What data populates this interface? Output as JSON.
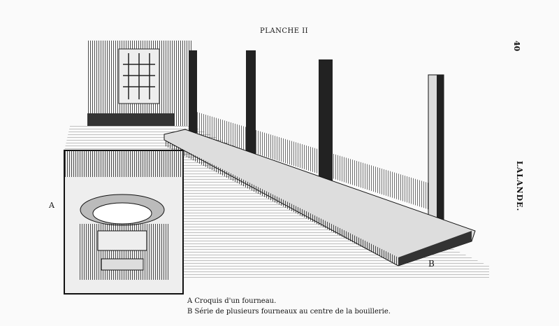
{
  "plate_title": "PLANCHE II",
  "page_number": "40",
  "author": "LALANDE.",
  "labels": {
    "a": "A",
    "b": "B"
  },
  "captions": [
    "A Croquis d'un fourneau.",
    "B Série de plusieurs fourneaux au centre de la bouillerie."
  ]
}
